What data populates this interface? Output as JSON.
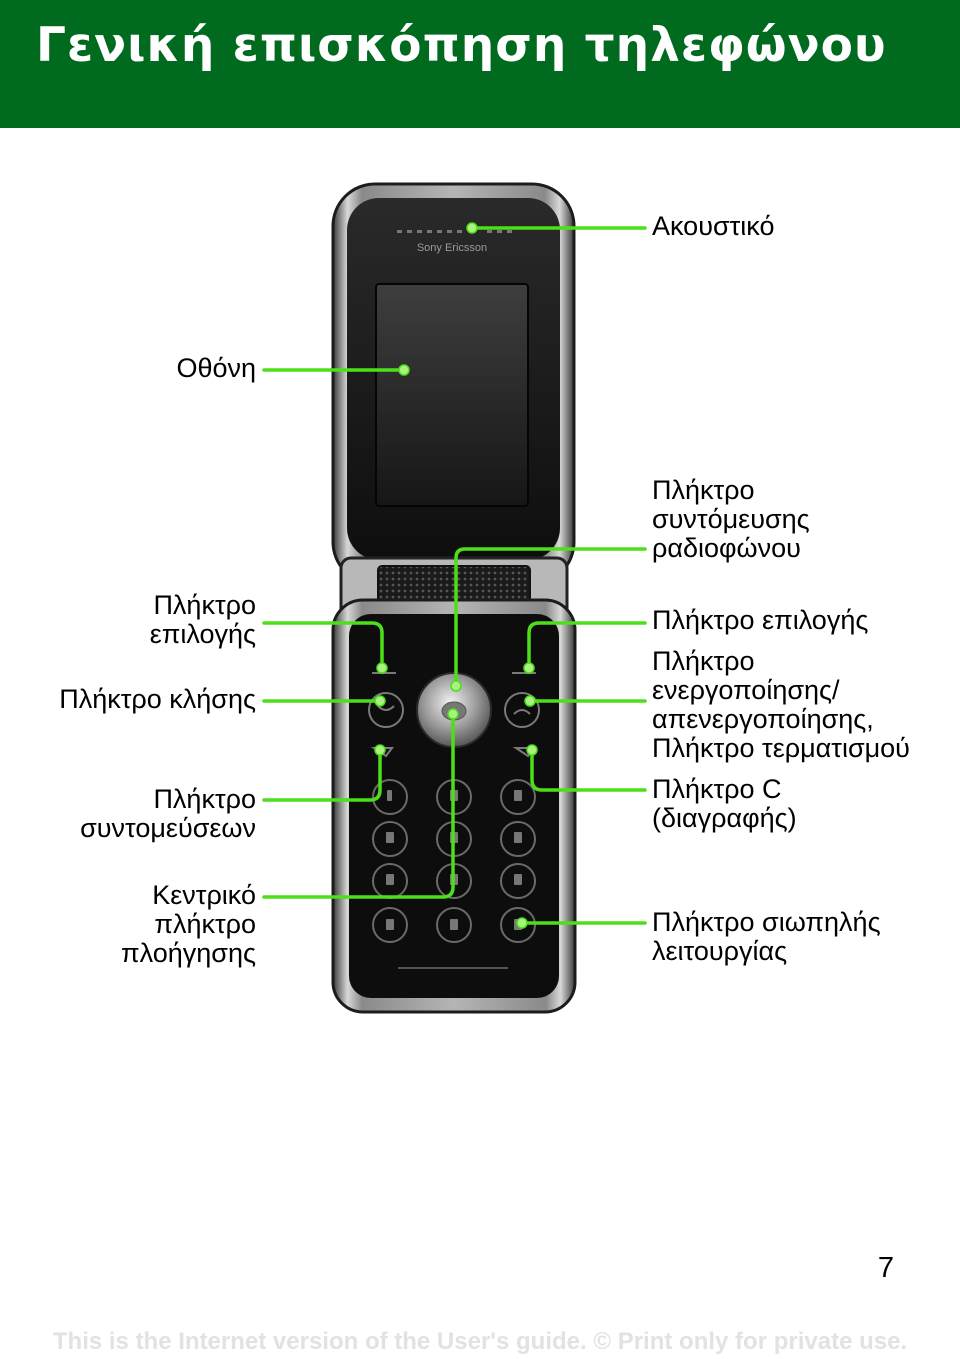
{
  "page": {
    "title": "Γενική επισκόπηση τηλεφώνου",
    "page_number": "7",
    "footer": "This is the Internet version of the User's guide. © Print only for private use."
  },
  "phone": {
    "brand": "Sony Ericsson"
  },
  "colors": {
    "header_bg": "#006b1f",
    "callout_green": "#4de01a",
    "callout_green_light": "#a8f27d"
  },
  "labels": {
    "earpiece": "Ακουστικό",
    "screen": "Οθόνη",
    "radio_shortcut": "Πλήκτρο\nσυντόμευσης\nραδιοφώνου",
    "selection_left": "Πλήκτρο\nεπιλογής",
    "selection_right": "Πλήκτρο επιλογής",
    "call": "Πλήκτρο κλήσης",
    "onoff_end": "Πλήκτρο\nενεργοποίησης/\nαπενεργοποίησης,\nΠλήκτρο τερματισμού",
    "shortcut": "Πλήκτρο\nσυντομεύσεων",
    "clear": "Πλήκτρο C\n(διαγραφής)",
    "nav_center": "Κεντρικό\nπλήκτρο\nπλοήγησης",
    "silent": "Πλήκτρο σιωπηλής\nλειτουργίας"
  }
}
